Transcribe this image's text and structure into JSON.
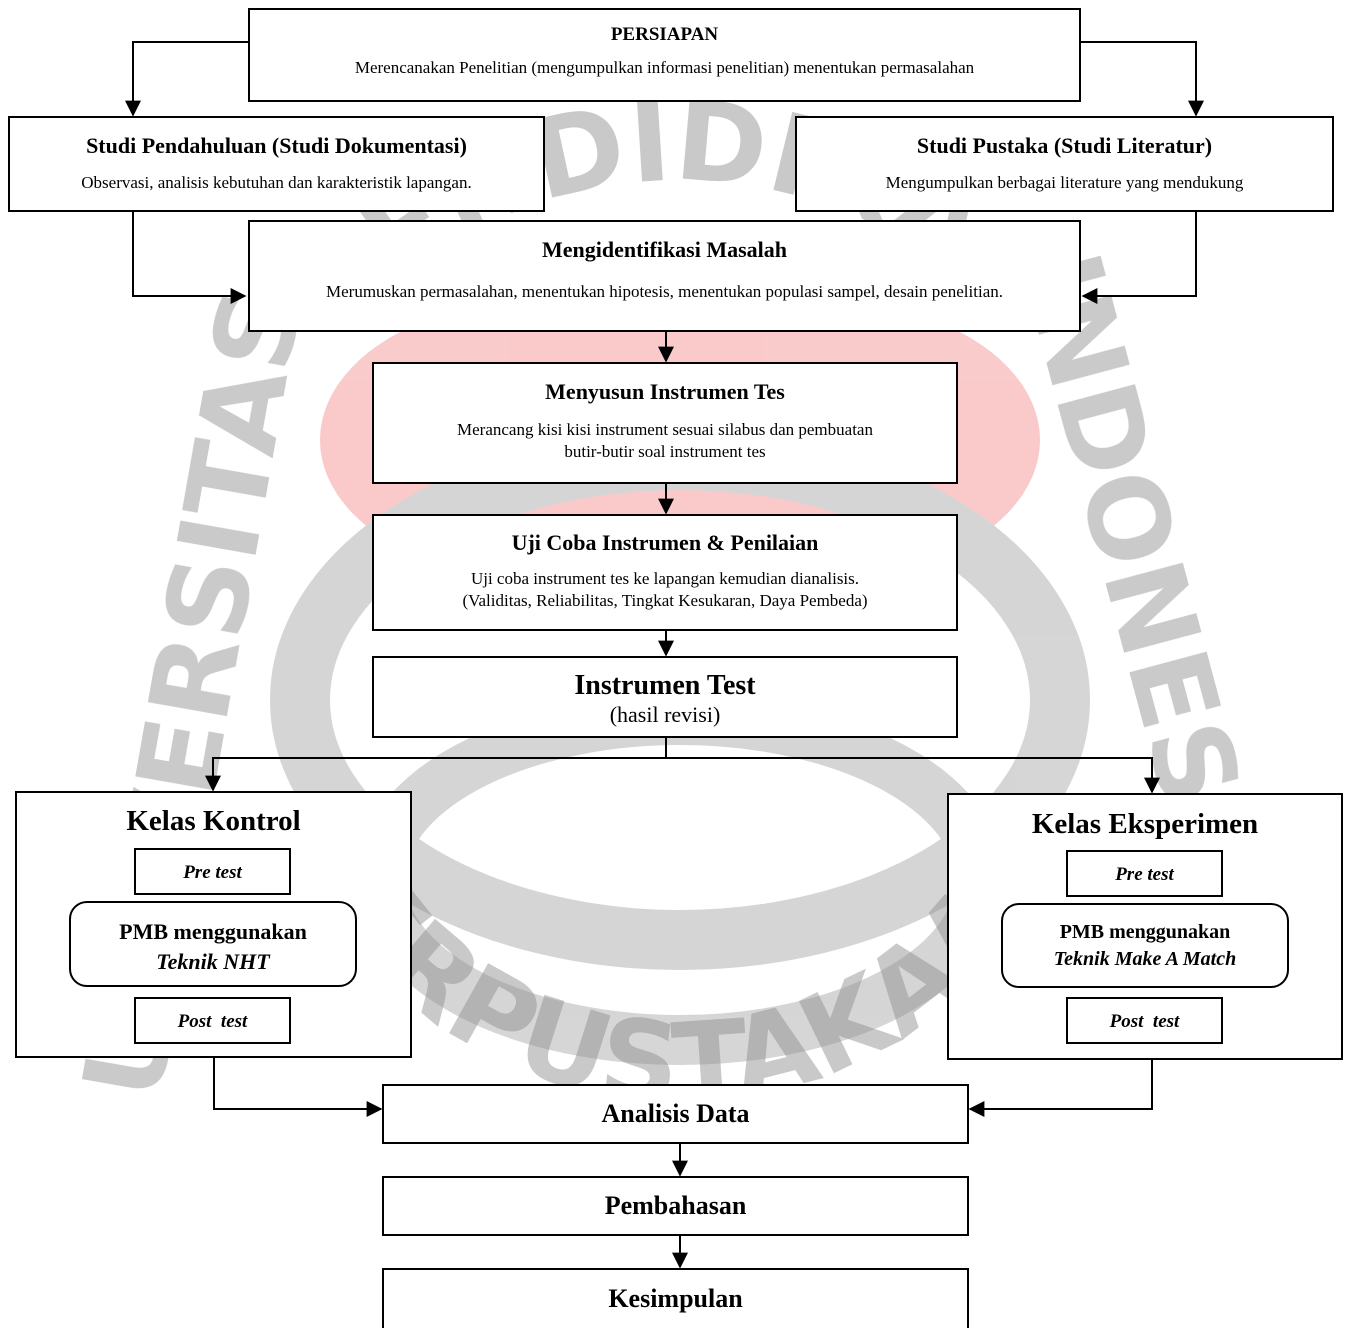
{
  "watermark": {
    "ring_top": "PENDIDIKAN",
    "ring_left": "UNIVERSITAS",
    "ring_right": "INDONESIA",
    "ring_bottom": "PERPUSTAKAAN"
  },
  "persiapan": {
    "title": "PERSIAPAN",
    "text": "Merencanakan Penelitian (mengumpulkan informasi penelitian) menentukan permasalahan"
  },
  "studi_pendahuluan": {
    "title": "Studi Pendahuluan (Studi Dokumentasi)",
    "text": "Observasi, analisis kebutuhan dan karakteristik lapangan."
  },
  "studi_pustaka": {
    "title": "Studi Pustaka (Studi Literatur)",
    "text": "Mengumpulkan berbagai literature yang mendukung"
  },
  "identifikasi": {
    "title": "Mengidentifikasi Masalah",
    "text": "Merumuskan permasalahan, menentukan hipotesis, menentukan populasi sampel, desain penelitian."
  },
  "menyusun": {
    "title": "Menyusun Instrumen Tes",
    "text_1": "Merancang kisi kisi instrument sesuai silabus dan pembuatan",
    "text_2": "butir-butir soal instrument tes"
  },
  "uji_coba": {
    "title": "Uji Coba Instrumen & Penilaian",
    "text_1": "Uji coba instrument tes ke lapangan  kemudian dianalisis.",
    "text_2": "(Validitas, Reliabilitas, Tingkat Kesukaran, Daya Pembeda)"
  },
  "instrumen_test": {
    "title": "Instrumen Test",
    "text": "(hasil revisi)"
  },
  "kelas_kontrol": {
    "title": "Kelas Kontrol",
    "pre": "Pre test",
    "pmb_1": "PMB menggunakan",
    "pmb_2": "Teknik NHT",
    "post": "Post  test"
  },
  "kelas_eksperimen": {
    "title": "Kelas Eksperimen",
    "pre": "Pre test",
    "pmb_1": "PMB menggunakan",
    "pmb_2": "Teknik Make A Match",
    "post": "Post  test"
  },
  "analisis": {
    "title": "Analisis Data"
  },
  "pembahasan": {
    "title": "Pembahasan"
  },
  "kesimpulan": {
    "title": "Kesimpulan"
  },
  "colors": {
    "watermark_grey": "#b4b4b4",
    "watermark_red": "#f4a4a4"
  }
}
